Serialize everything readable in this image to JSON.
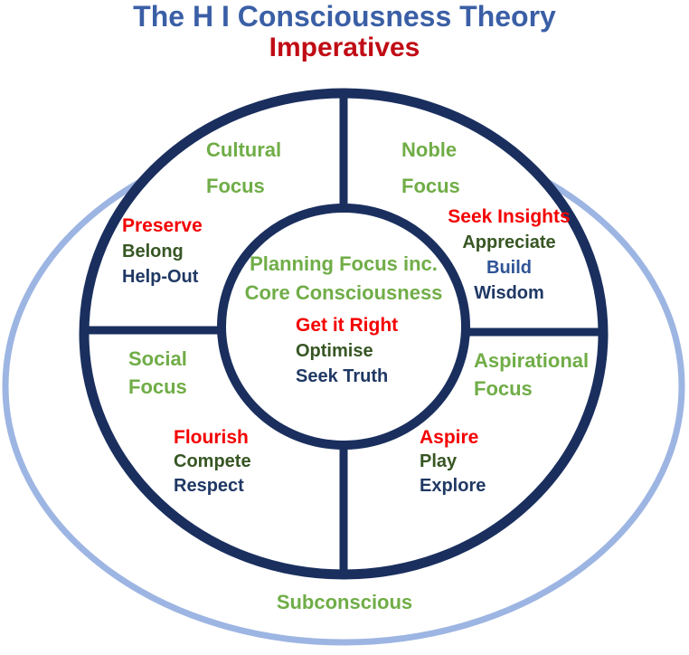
{
  "title": {
    "line1": "The H I Consciousness Theory",
    "line2": "Imperatives"
  },
  "center": {
    "heading_line1": "Planning Focus inc.",
    "heading_line2": "Core Consciousness",
    "imperative": "Get it Right",
    "items": [
      "Optimise",
      "Seek Truth"
    ]
  },
  "quadrants": {
    "top_left": {
      "focus": [
        "Cultural",
        "Focus"
      ],
      "imperative": "Preserve",
      "items": [
        "Belong",
        "Help-Out"
      ]
    },
    "top_right": {
      "focus": [
        "Noble",
        "Focus"
      ],
      "imperative": "Seek Insights",
      "items": [
        "Appreciate",
        "Build",
        "Wisdom"
      ]
    },
    "bottom_left": {
      "focus": [
        "Social",
        "Focus"
      ],
      "imperative": "Flourish",
      "items": [
        "Compete",
        "Respect"
      ]
    },
    "bottom_right": {
      "focus": [
        "Aspirational",
        "Focus"
      ],
      "imperative": "Aspire",
      "items": [
        "Play",
        "Explore"
      ]
    }
  },
  "outer_label": "Subconscious",
  "colors": {
    "title_blue": "#3B5FA6",
    "heading_red": "#C00C15",
    "label_red": "#F40000",
    "focus_green": "#70AD47",
    "item_dark_green": "#375623",
    "item_navy": "#1F3864",
    "item_blue": "#2F5496",
    "ring_navy": "#1A2F5E",
    "sub_blue": "#9DB5E2",
    "bg": "#FFFFFF"
  }
}
